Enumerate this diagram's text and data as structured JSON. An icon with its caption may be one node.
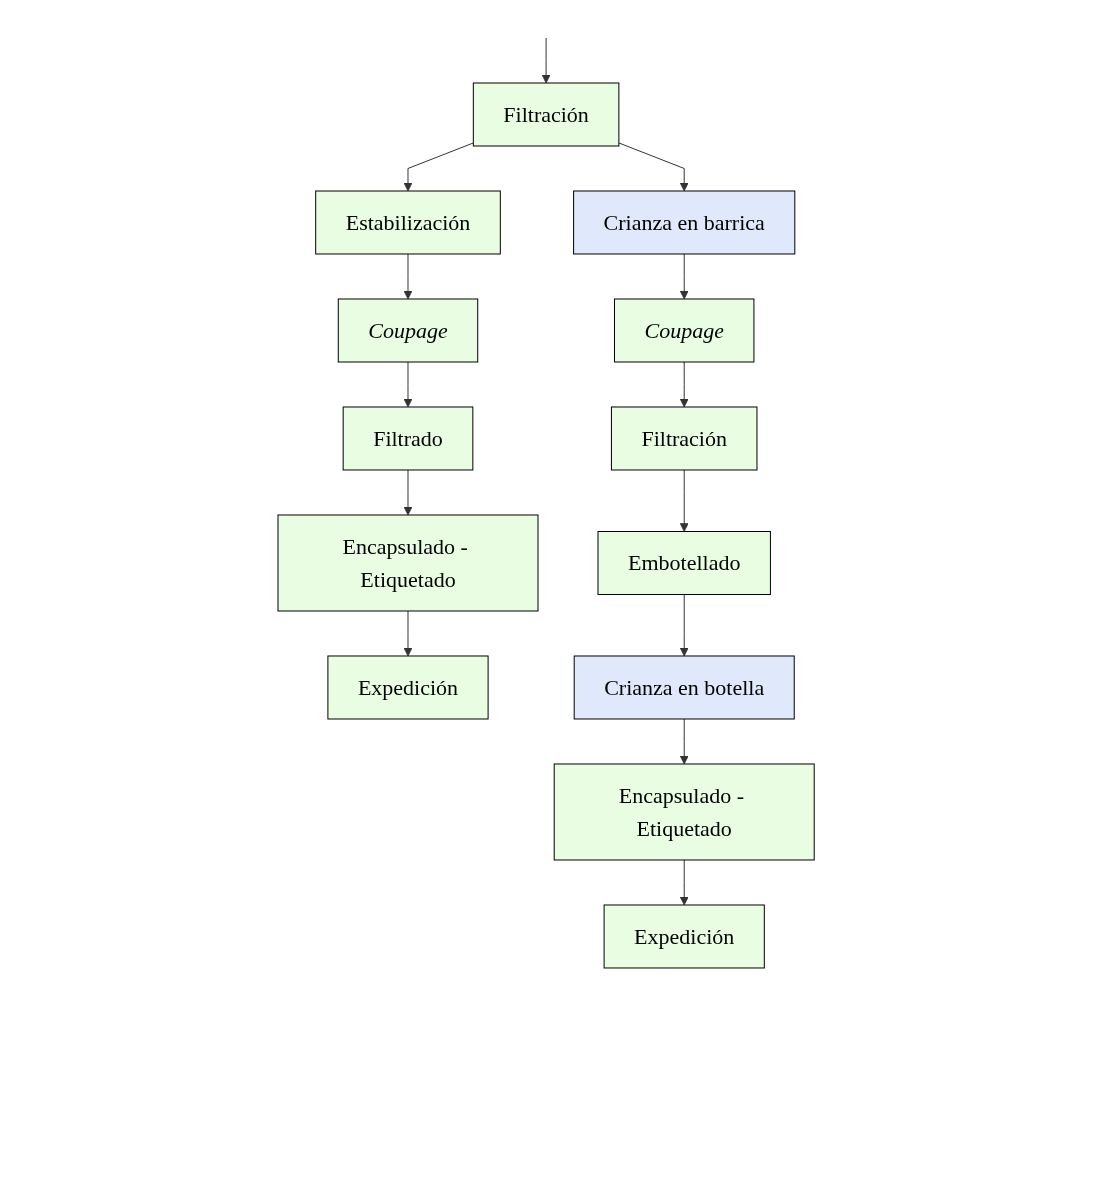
{
  "diagram": {
    "nodes": [
      {
        "text": [
          "Filtración"
        ]
      },
      {
        "text": [
          "Estabilización"
        ]
      },
      {
        "text": [
          "Coupage"
        ]
      },
      {
        "text": [
          "Filtrado"
        ]
      },
      {
        "text": [
          "Encapsulado - Etiquetado"
        ]
      },
      {
        "text": [
          "Expedición"
        ]
      },
      {
        "text": [
          "Crianza en barrica"
        ]
      },
      {
        "text": [
          "Coupage"
        ]
      },
      {
        "text": [
          "Filtración"
        ]
      },
      {
        "text": [
          "Embotellado"
        ]
      },
      {
        "text": [
          "Crianza en botella"
        ]
      },
      {
        "text": [
          "Encapsulado - Etiquetado"
        ]
      },
      {
        "text": [
          "Expedición"
        ]
      }
    ],
    "edges": [
      {
        "from": null,
        "to": 0,
        "arrow": "to"
      },
      {
        "from": 0,
        "to": 1,
        "arrow": "to"
      },
      {
        "from": 1,
        "to": 2,
        "arrow": "to"
      },
      {
        "from": 2,
        "to": 3,
        "arrow": "to"
      },
      {
        "from": 3,
        "to": 4,
        "arrow": "to"
      },
      {
        "from": 4,
        "to": 5,
        "arrow": "to"
      },
      {
        "from": 0,
        "to": 6,
        "arrow": "to"
      },
      {
        "from": 6,
        "to": 7,
        "arrow": "to"
      },
      {
        "from": 7,
        "to": 8,
        "arrow": "to"
      },
      {
        "from": 8,
        "to": 9,
        "arrow": "to"
      },
      {
        "from": 9,
        "to": 10,
        "arrow": "to"
      },
      {
        "from": 10,
        "to": 11,
        "arrow": "to"
      },
      {
        "from": 11,
        "to": 12,
        "arrow": "to"
      }
    ]
  }
}
